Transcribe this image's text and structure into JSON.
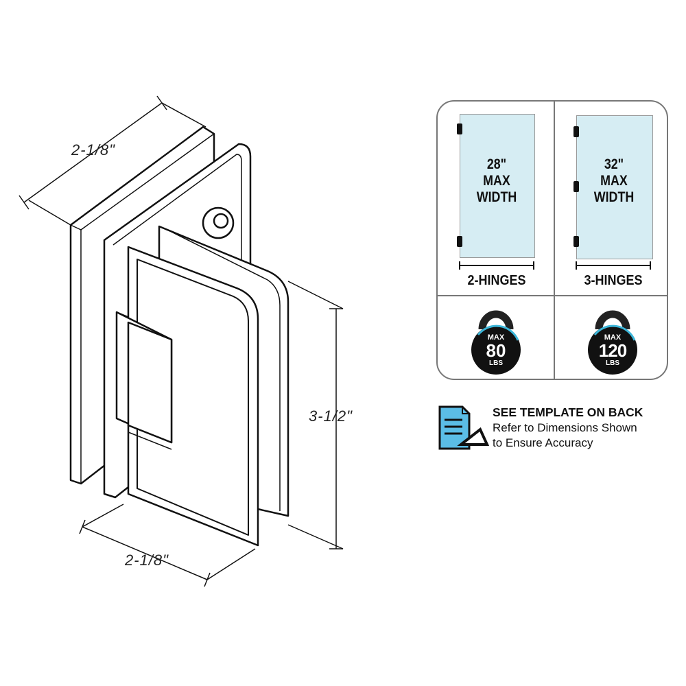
{
  "dimensions": {
    "depth": "2-1/8\"",
    "height": "3-1/2\"",
    "width": "2-1/8\""
  },
  "specs": [
    {
      "door_width": "28\"",
      "line2": "MAX",
      "line3": "WIDTH",
      "hinges": "2-HINGES",
      "weight_max": "MAX",
      "weight_value": "80",
      "weight_unit": "LBS"
    },
    {
      "door_width": "32\"",
      "line2": "MAX",
      "line3": "WIDTH",
      "hinges": "3-HINGES",
      "weight_max": "MAX",
      "weight_value": "120",
      "weight_unit": "LBS"
    }
  ],
  "template_note": {
    "title": "SEE TEMPLATE ON BACK",
    "line1": "Refer to Dimensions Shown",
    "line2": "to Ensure Accuracy"
  },
  "colors": {
    "glass": "#d6edf3",
    "accent": "#3bb6d9",
    "icon_doc": "#5bbde6"
  }
}
